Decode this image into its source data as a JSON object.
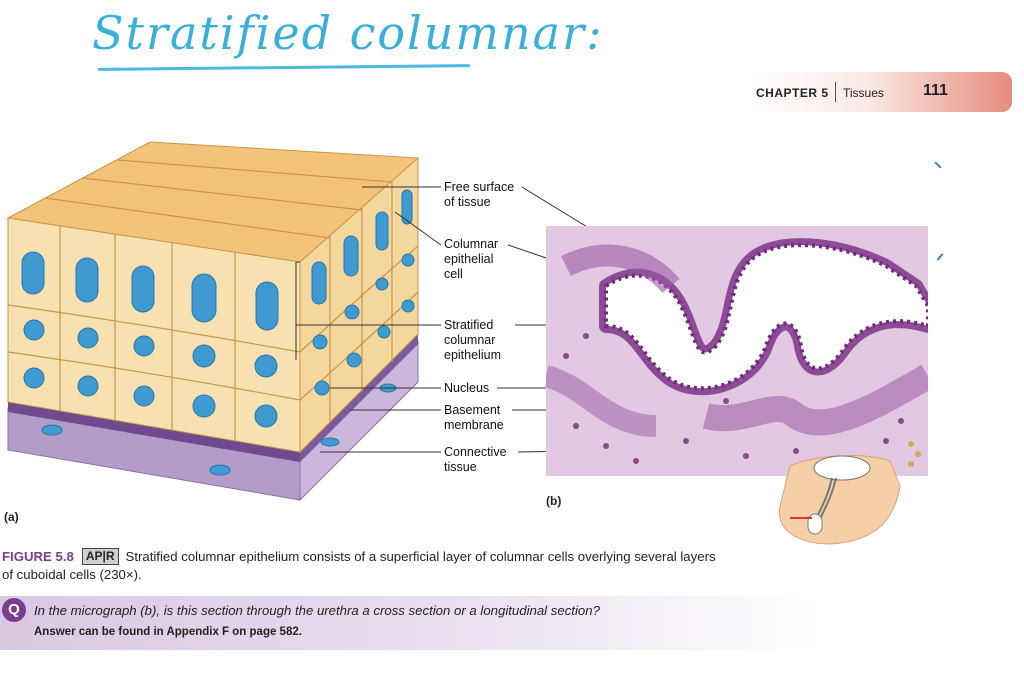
{
  "handwritten_note": "Stratified columnar:",
  "header": {
    "chapter_label": "CHAPTER 5",
    "chapter_topic": "Tissues",
    "page_number": "111"
  },
  "diagram_labels": {
    "free_surface": [
      "Free surface",
      "of tissue"
    ],
    "columnar_cell": [
      "Columnar",
      "epithelial",
      "cell"
    ],
    "stratified": [
      "Stratified",
      "columnar",
      "epithelium"
    ],
    "nucleus": [
      "Nucleus"
    ],
    "basement": [
      "Basement",
      "membrane"
    ],
    "connective": [
      "Connective",
      "tissue"
    ]
  },
  "panel_labels": {
    "a": "(a)",
    "b": "(b)"
  },
  "caption": {
    "figure_number": "FIGURE 5.8",
    "badge": "AP|R",
    "text": "Stratified columnar epithelium consists of a superficial layer of columnar cells overlying several layers of cuboidal cells (230×)."
  },
  "question": {
    "marker": "Q",
    "text": "In the micrograph (b), is this section through the urethra a cross section or a longitudinal section?",
    "answer_note": "Answer can be found in Appendix F on page 582."
  },
  "colors": {
    "handwriting": "#3ab0d8",
    "figure_accent": "#7a3d8f",
    "cell_fill": "#f6dfa8",
    "nucleus": "#3f9ad1",
    "stain": "#8c4a97"
  }
}
